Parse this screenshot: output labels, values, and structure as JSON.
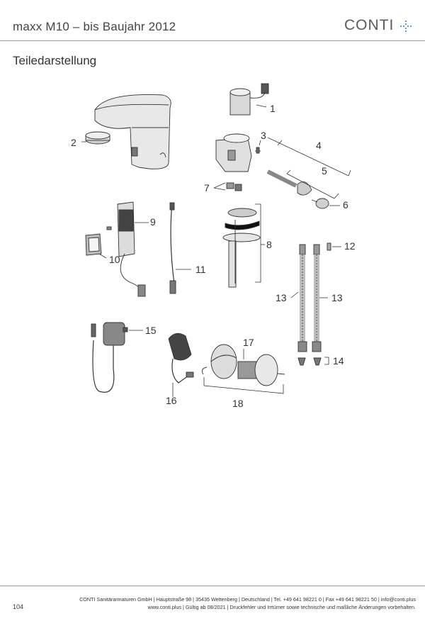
{
  "header": {
    "title": "maxx M10 – bis Baujahr 2012",
    "logo_text": "CONTI",
    "logo_color": "#5b9bd5"
  },
  "section_title": "Teiledarstellung",
  "callouts": {
    "c1": "1",
    "c2": "2",
    "c3": "3",
    "c4": "4",
    "c5": "5",
    "c6": "6",
    "c7": "7",
    "c8": "8",
    "c9": "9",
    "c10": "10",
    "c11": "11",
    "c12": "12",
    "c13a": "13",
    "c13b": "13",
    "c14": "14",
    "c15": "15",
    "c16": "16",
    "c17": "17",
    "c18": "18"
  },
  "footer": {
    "page_number": "104",
    "line1": "CONTI Sanitärarmaturen GmbH | Hauptstraße 98 | 35435 Wettenberg | Deutschland | Tel. +49 641 98221 0 | Fax +49 641 98221 50 | info@conti.plus",
    "line2": "www.conti.plus | Gültig ab 08/2021 | Druckfehler und Irrtümer sowie technische und maßliche Änderungen vorbehalten."
  }
}
